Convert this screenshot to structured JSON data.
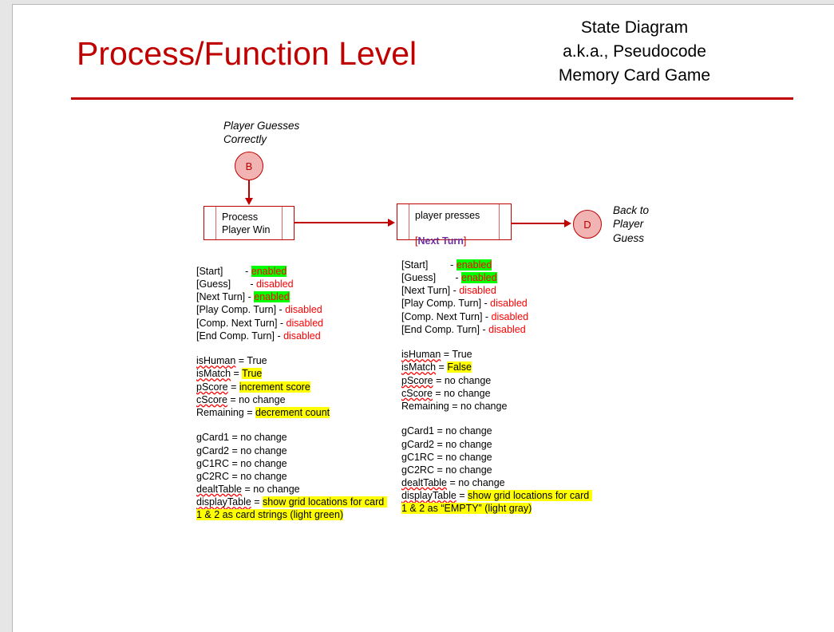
{
  "slide": {
    "title": "Process/Function Level",
    "header_lines": [
      "State Diagram",
      "a.k.a., Pseudocode",
      "Memory Card Game"
    ],
    "accent_color": "#c00000",
    "highlight_green": "#00ff00",
    "highlight_yellow": "#ffff00",
    "enabled_text_color": "#ff0000",
    "disabled_text_color": "#ff0000"
  },
  "diagram": {
    "note_entry": "Player Guesses\nCorrectly",
    "note_exit": "Back to\nPlayer\nGuess",
    "connector_in_label": "B",
    "connector_out_label": "D",
    "box_process": "Process\nPlayer Win",
    "box_press_line1": "player presses",
    "box_press_bracket_open": "[",
    "box_press_keyword": "Next Turn",
    "box_press_bracket_close": "]"
  },
  "columns": {
    "left": {
      "states": [
        {
          "name": "[Start]",
          "pad": "        ",
          "dash": "- ",
          "value": "enabled",
          "highlight": "green",
          "color": "red"
        },
        {
          "name": "[Guess]",
          "pad": "       ",
          "dash": "- ",
          "value": "disabled",
          "highlight": "none",
          "color": "red"
        },
        {
          "name": "[Next Turn]",
          "pad": " ",
          "dash": "- ",
          "value": "enabled",
          "highlight": "green",
          "color": "red"
        },
        {
          "name": "[Play Comp. Turn]",
          "pad": " ",
          "dash": "- ",
          "value": "disabled",
          "highlight": "none",
          "color": "red"
        },
        {
          "name": "[Comp. Next Turn]",
          "pad": " ",
          "dash": "- ",
          "value": "disabled",
          "highlight": "none",
          "color": "red"
        },
        {
          "name": "[End Comp. Turn]",
          "pad": " ",
          "dash": "- ",
          "value": "disabled",
          "highlight": "none",
          "color": "red"
        }
      ],
      "vars": [
        {
          "name": "isHuman",
          "spell": true,
          "eq": " = ",
          "value": "True",
          "highlight": "none"
        },
        {
          "name": "isMatch",
          "spell": true,
          "eq": " = ",
          "value": "True",
          "highlight": "yellow"
        },
        {
          "name": "pScore",
          "spell": true,
          "eq": " = ",
          "value": "increment score",
          "highlight": "yellow"
        },
        {
          "name": "cScore",
          "spell": true,
          "eq": " = ",
          "value": "no change",
          "highlight": "none"
        },
        {
          "name": "Remaining",
          "spell": false,
          "eq": " = ",
          "value": "decrement count",
          "highlight": "yellow"
        }
      ],
      "grid": [
        {
          "name": "gCard1",
          "spell": false,
          "eq": " = ",
          "value": "no change",
          "highlight": "none"
        },
        {
          "name": "gCard2",
          "spell": false,
          "eq": " = ",
          "value": "no change",
          "highlight": "none"
        },
        {
          "name": "gC1RC",
          "spell": false,
          "eq": " = ",
          "value": "no change",
          "highlight": "none"
        },
        {
          "name": "gC2RC",
          "spell": false,
          "eq": " = ",
          "value": "no change",
          "highlight": "none"
        },
        {
          "name": "dealtTable",
          "spell": true,
          "eq": " = ",
          "value": "no change",
          "highlight": "none"
        }
      ],
      "display": {
        "name": "displayTable",
        "spell": true,
        "eq": " = ",
        "value": "show grid locations for card 1 & 2 as card strings (light green)",
        "highlight": "yellow"
      }
    },
    "right": {
      "states": [
        {
          "name": "[Start]",
          "pad": "        ",
          "dash": "- ",
          "value": "enabled",
          "highlight": "green",
          "color": "red"
        },
        {
          "name": "[Guess]",
          "pad": "       ",
          "dash": "- ",
          "value": "enabled",
          "highlight": "green",
          "color": "red"
        },
        {
          "name": "[Next Turn]",
          "pad": " ",
          "dash": "- ",
          "value": "disabled",
          "highlight": "none",
          "color": "red"
        },
        {
          "name": "[Play Comp. Turn]",
          "pad": " ",
          "dash": "- ",
          "value": "disabled",
          "highlight": "none",
          "color": "red"
        },
        {
          "name": "[Comp. Next Turn]",
          "pad": " ",
          "dash": "- ",
          "value": "disabled",
          "highlight": "none",
          "color": "red"
        },
        {
          "name": "[End Comp. Turn]",
          "pad": " ",
          "dash": "- ",
          "value": "disabled",
          "highlight": "none",
          "color": "red"
        }
      ],
      "vars": [
        {
          "name": "isHuman",
          "spell": true,
          "eq": " = ",
          "value": "True",
          "highlight": "none"
        },
        {
          "name": "isMatch",
          "spell": true,
          "eq": " = ",
          "value": "False",
          "highlight": "yellow"
        },
        {
          "name": "pScore",
          "spell": true,
          "eq": " = ",
          "value": "no change",
          "highlight": "none"
        },
        {
          "name": "cScore",
          "spell": true,
          "eq": " = ",
          "value": "no change",
          "highlight": "none"
        },
        {
          "name": "Remaining",
          "spell": false,
          "eq": " = ",
          "value": "no change",
          "highlight": "none"
        }
      ],
      "grid": [
        {
          "name": "gCard1",
          "spell": false,
          "eq": " = ",
          "value": "no change",
          "highlight": "none"
        },
        {
          "name": "gCard2",
          "spell": false,
          "eq": " = ",
          "value": "no change",
          "highlight": "none"
        },
        {
          "name": "gC1RC",
          "spell": false,
          "eq": " = ",
          "value": "no change",
          "highlight": "none"
        },
        {
          "name": "gC2RC",
          "spell": false,
          "eq": " = ",
          "value": "no change",
          "highlight": "none"
        },
        {
          "name": "dealtTable",
          "spell": true,
          "eq": " = ",
          "value": "no change",
          "highlight": "none"
        }
      ],
      "display": {
        "name": "displayTable",
        "spell": true,
        "eq": " = ",
        "value": "show grid locations for card 1 & 2 as “EMPTY” (light gray)",
        "highlight": "yellow"
      }
    }
  }
}
